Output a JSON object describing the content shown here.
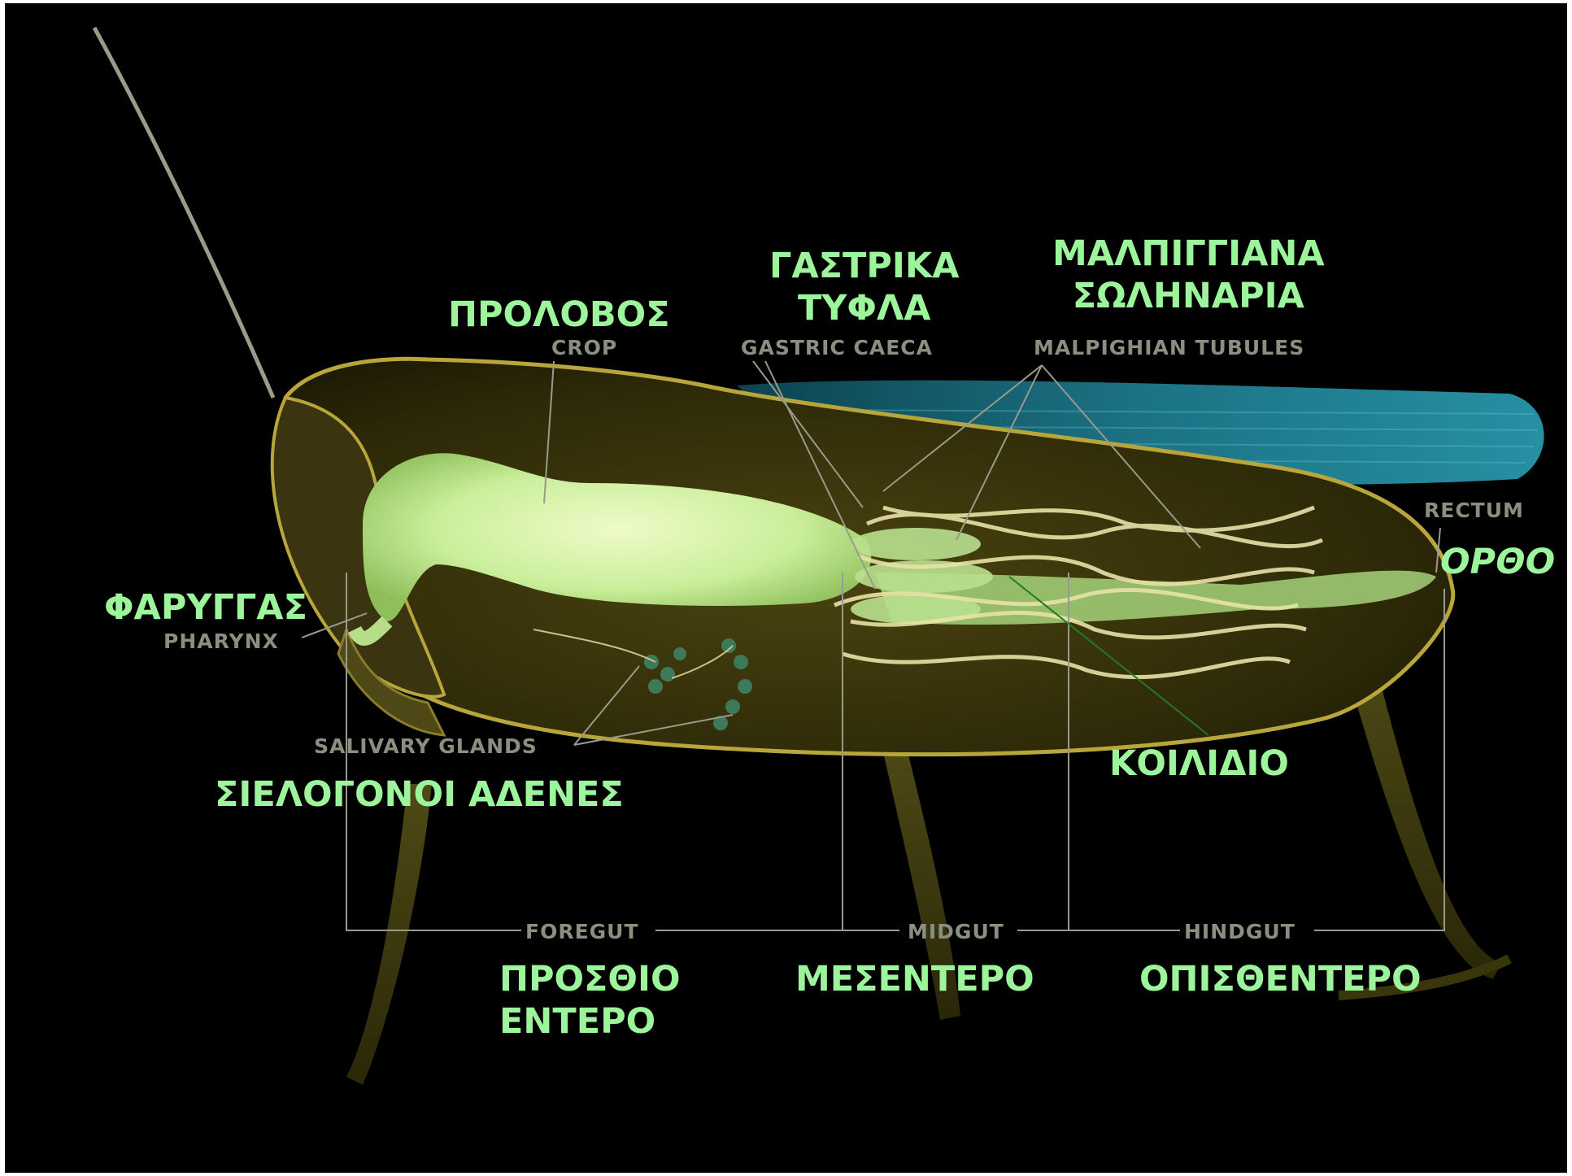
{
  "english_labels": {
    "crop": "CROP",
    "gastric_caeca": "GASTRIC CAECA",
    "malpighian_tubules": "MALPIGHIAN TUBULES",
    "rectum": "RECTUM",
    "pharynx": "PHARYNX",
    "salivary_glands": "SALIVARY GLANDS",
    "foregut": "FOREGUT",
    "midgut": "MIDGUT",
    "hindgut": "HINDGUT"
  },
  "greek_labels": {
    "prolovos": "ΠΡΟΛΟΒΟΣ",
    "gastrika_line1": "ΓΑΣΤΡΙΚΑ",
    "gastrika_line2": "ΤΥΦΛΑ",
    "malpighiana_line1": "ΜΑΛΠΙΓΓΙΑΝΑ",
    "malpighiana_line2": "ΣΩΛΗΝΑΡΙΑ",
    "ortho": "ΟΡΘΟ",
    "faryggas": "ΦΑΡΥΓΓΑΣ",
    "koilidio": "ΚΟΙΛΙΔΙΟ",
    "sielogonoi": "ΣΙΕΛΟΓΟΝΟΙ ΑΔΕΝΕΣ",
    "prosthio_line1": "ΠΡΟΣΘΙΟ",
    "prosthio_line2": "ΕΝΤΕΡΟ",
    "mesentero": "ΜΕΣΕΝΤΕΡΟ",
    "opisthentero": "ΟΠΙΣΘΕΝΤΕΡΟ"
  },
  "colors": {
    "background": "#000000",
    "greek_label": "#9cf59a",
    "english_label": "#8a8f80",
    "body_outline": "#b9a63a",
    "crop_organ": "#c9ee9a",
    "wing": "#2f9bb0",
    "tubules": "#e8e2a8",
    "pointer_line": "#1f7a2a"
  }
}
